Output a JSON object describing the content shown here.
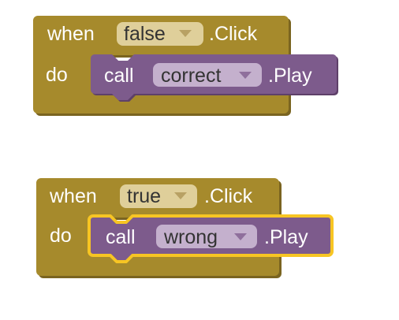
{
  "colors": {
    "event_block": "#a68a2c",
    "event_block_dark": "#7a6420",
    "call_block": "#7d5b8c",
    "call_block_dark": "#5e4069",
    "event_dropdown": "#dfcf9a",
    "call_dropdown": "#c4b0cd",
    "selection_outline": "#f7c523",
    "label_text": "#ffffff",
    "dropdown_text": "#333333"
  },
  "blocks": [
    {
      "event_keyword": "when",
      "component": "false",
      "event_name": ".Click",
      "do_keyword": "do",
      "call": {
        "keyword": "call",
        "component": "correct",
        "method": ".Play",
        "selected": false
      }
    },
    {
      "event_keyword": "when",
      "component": "true",
      "event_name": ".Click",
      "do_keyword": "do",
      "call": {
        "keyword": "call",
        "component": "wrong",
        "method": ".Play",
        "selected": true
      }
    }
  ],
  "icons": {
    "dropdown_arrow": "chevron-down-icon"
  }
}
